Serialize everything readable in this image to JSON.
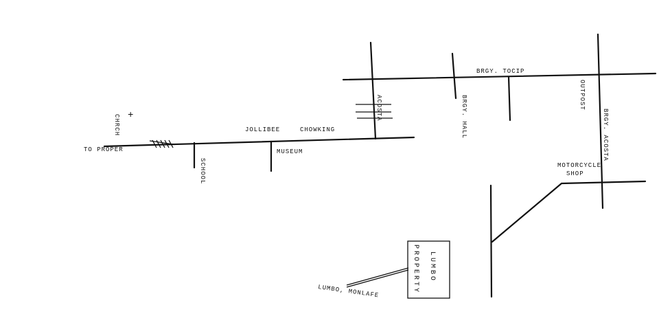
{
  "map": {
    "labels": {
      "to_proper": "TO PROPER",
      "church": "CHRCH",
      "jollibee": "JOLLIBEE",
      "chowking": "CHOWKING",
      "museum": "MUSEUM",
      "school": "SCHOOL",
      "acosta": "ACOSTA",
      "brgy_hall": "BRGY. HALL",
      "brgy_tocip": "BRGY.   TOCIP",
      "outpost": "OUTPOST",
      "brgy_acosta": "BRGY. ACOSTA",
      "motorcycle_shop_1": "MOTORCYCLE",
      "motorcycle_shop_2": "SHOP",
      "lumbo_property_1": "PROPERTY",
      "lumbo_property_2": "LUMBO",
      "lumbo_monlafe": "LUMBO, MONLAFE"
    },
    "church_symbol": "+"
  }
}
